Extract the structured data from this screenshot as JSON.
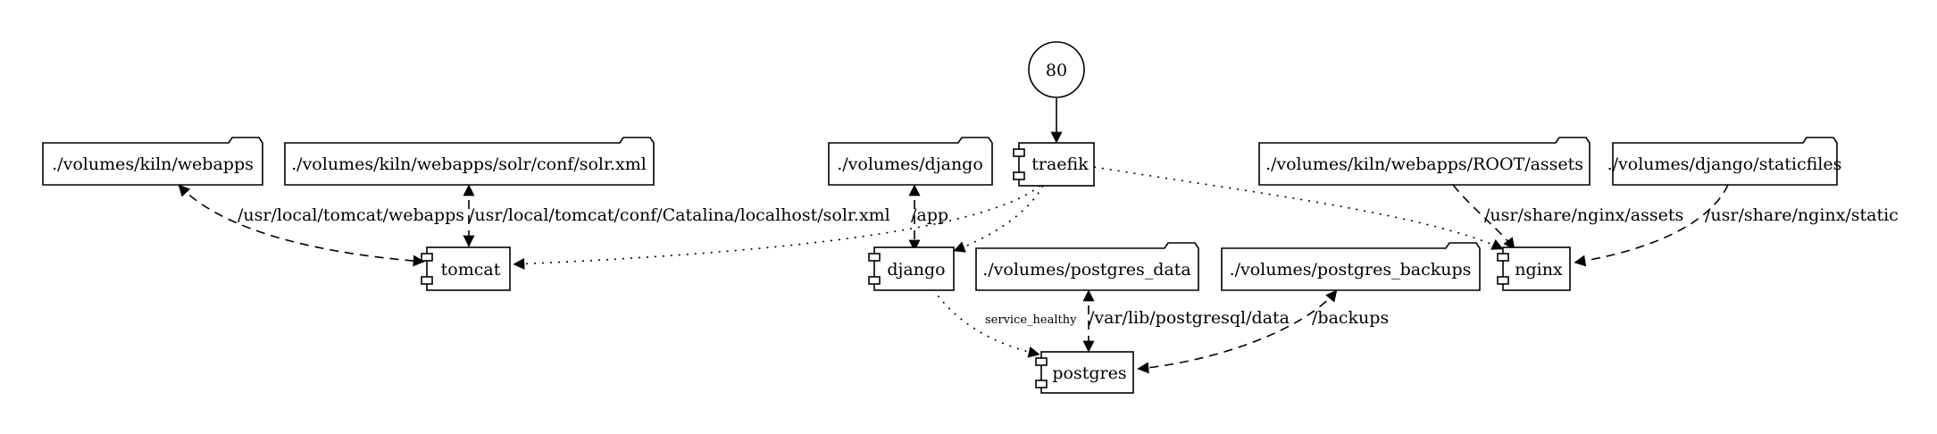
{
  "nodes": {
    "port80": "80",
    "traefik": "traefik",
    "tomcat": "tomcat",
    "django": "django",
    "postgres": "postgres",
    "nginx": "nginx",
    "vol_kiln_webapps": "./volumes/kiln/webapps",
    "vol_solr_xml": "./volumes/kiln/webapps/solr/conf/solr.xml",
    "vol_django": "./volumes/django",
    "vol_postgres_data": "./volumes/postgres_data",
    "vol_postgres_backups": "./volumes/postgres_backups",
    "vol_root_assets": "./volumes/kiln/webapps/ROOT/assets",
    "vol_staticfiles": "./volumes/django/staticfiles"
  },
  "edges": {
    "tomcat_webapps": "/usr/local/tomcat/webapps",
    "tomcat_solr": "/usr/local/tomcat/conf/Catalina/localhost/solr.xml",
    "django_app": "/app",
    "postgres_data": "/var/lib/postgresql/data",
    "postgres_backups": "/backups",
    "nginx_assets": "/usr/share/nginx/assets",
    "nginx_static": "/usr/share/nginx/static",
    "depends_service_healthy": "service_healthy"
  }
}
